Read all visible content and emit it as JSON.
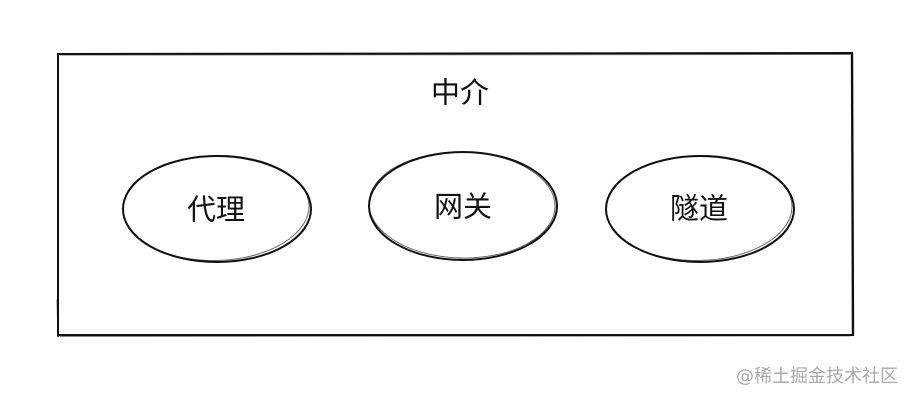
{
  "diagram": {
    "container": {
      "title": "中介",
      "stroke_color": "#111111"
    },
    "nodes": [
      {
        "label": "代理"
      },
      {
        "label": "网关"
      },
      {
        "label": "隧道"
      }
    ]
  },
  "watermark": "@稀土掘金技术社区"
}
